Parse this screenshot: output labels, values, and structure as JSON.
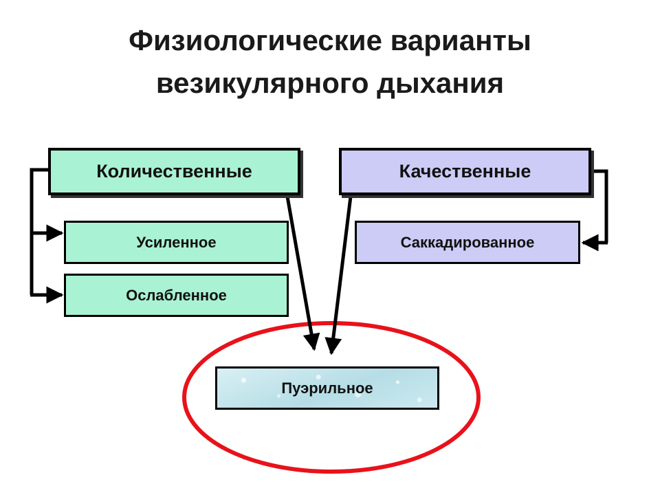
{
  "title": {
    "line1": "Физиологические варианты",
    "line2": "везикулярного дыхания"
  },
  "groups": {
    "quantitative": {
      "label": "Количественные",
      "items": [
        "Усиленное",
        "Ослабленное"
      ]
    },
    "qualitative": {
      "label": "Качественные",
      "items": [
        "Саккадированное"
      ]
    }
  },
  "highlight": {
    "label": "Пуэрильное"
  },
  "colors": {
    "quantitative_fill": "#a9f2d3",
    "qualitative_fill": "#ccccf7",
    "highlight_fill": "#c4e7ee",
    "ellipse_stroke": "#e8121a",
    "stroke": "#000000"
  }
}
